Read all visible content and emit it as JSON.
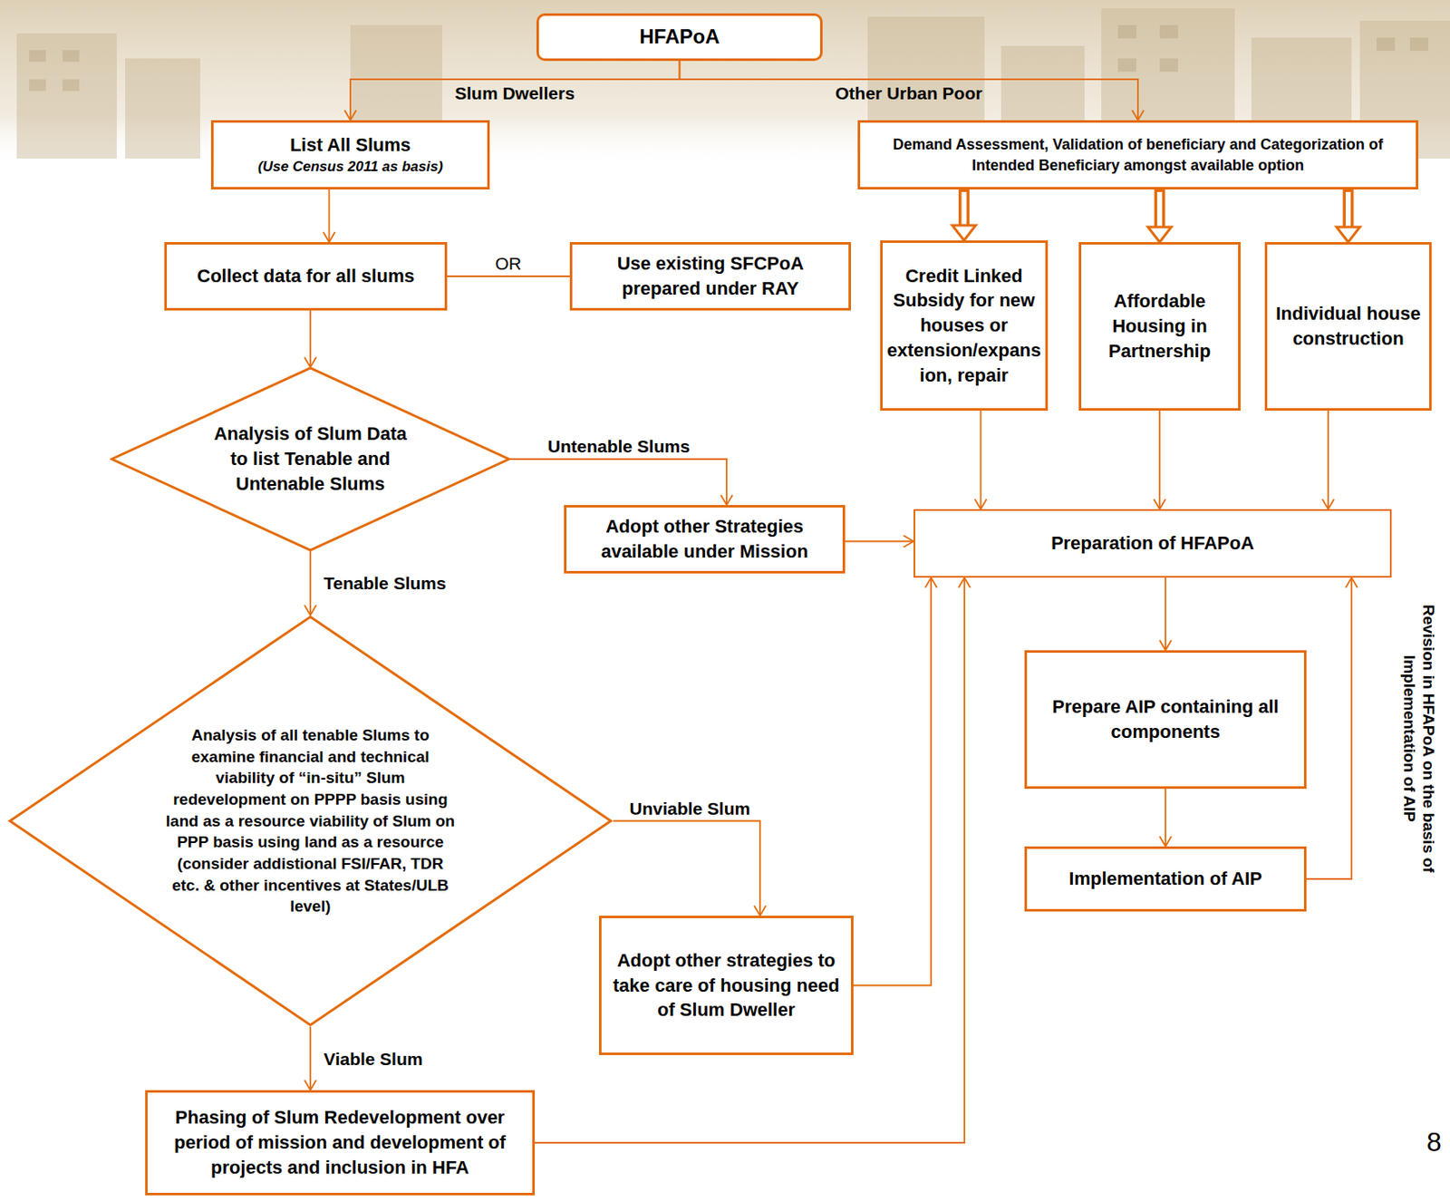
{
  "diagram": {
    "nodes": [
      {
        "text": [
          "HFAPoA"
        ]
      },
      {
        "text": [
          "List All Slums",
          "(Use Census 2011 as basis)"
        ]
      },
      {
        "text": [
          "Demand Assessment, Validation of beneficiary and Categorization of Intended Beneficiary amongst available option"
        ]
      },
      {
        "text": [
          "Collect data for all slums"
        ]
      },
      {
        "text": [
          "Use existing SFCPoA prepared under RAY"
        ]
      },
      {
        "text": [
          "Credit Linked Subsidy for new houses or extension/expansion, repair"
        ]
      },
      {
        "text": [
          "Affordable Housing in Partnership"
        ]
      },
      {
        "text": [
          "Individual house construction"
        ]
      },
      {
        "text": [
          "Analysis of Slum Data to list Tenable and Untenable Slums"
        ]
      },
      {
        "text": [
          "Adopt other Strategies available under Mission"
        ]
      },
      {
        "text": [
          "Preparation of HFAPoA"
        ]
      },
      {
        "text": [
          "Analysis of all tenable Slums to examine financial and technical viability of “in-situ” Slum redevelopment on PPPP basis using land as a resource viability of Slum on PPP basis using land as a resource (consider addistional FSI/FAR, TDR etc. & other incentives at States/ULB level)"
        ]
      },
      {
        "text": [
          "Prepare AIP containing all components"
        ]
      },
      {
        "text": [
          "Implementation of AIP"
        ]
      },
      {
        "text": [
          "Adopt other strategies to take care of housing need of Slum Dweller"
        ]
      },
      {
        "text": [
          "Phasing of Slum Redevelopment over period of mission and development of projects and inclusion in HFA"
        ]
      }
    ],
    "edges": [
      {
        "from": 0,
        "to": 1,
        "label": "Slum Dwellers",
        "arrow": "to"
      },
      {
        "from": 0,
        "to": 2,
        "label": "Other Urban Poor",
        "arrow": "to"
      },
      {
        "from": 1,
        "to": 3,
        "arrow": "to"
      },
      {
        "from": 3,
        "to": 4,
        "label": "OR",
        "arrow": "none"
      },
      {
        "from": 3,
        "to": 8,
        "arrow": "to"
      },
      {
        "from": 8,
        "to": 9,
        "label": "Untenable Slums",
        "arrow": "to"
      },
      {
        "from": 8,
        "to": 11,
        "label": "Tenable Slums",
        "arrow": "to"
      },
      {
        "from": 11,
        "to": 14,
        "label": "Unviable Slum",
        "arrow": "to"
      },
      {
        "from": 11,
        "to": 15,
        "label": "Viable Slum",
        "arrow": "to"
      },
      {
        "from": 2,
        "to": 5,
        "arrow": "to"
      },
      {
        "from": 2,
        "to": 6,
        "arrow": "to"
      },
      {
        "from": 2,
        "to": 7,
        "arrow": "to"
      },
      {
        "from": 5,
        "to": 10,
        "arrow": "to"
      },
      {
        "from": 6,
        "to": 10,
        "arrow": "to"
      },
      {
        "from": 7,
        "to": 10,
        "arrow": "to"
      },
      {
        "from": 9,
        "to": 10,
        "arrow": "to"
      },
      {
        "from": 14,
        "to": 10,
        "arrow": "to"
      },
      {
        "from": 15,
        "to": 10,
        "arrow": "to"
      },
      {
        "from": 10,
        "to": 12,
        "arrow": "to"
      },
      {
        "from": 12,
        "to": 13,
        "arrow": "to"
      },
      {
        "from": 13,
        "to": 10,
        "label": "Revision in HFAPoA on the basis of Implementation of AIP",
        "arrow": "to"
      }
    ],
    "labels": [
      "8"
    ]
  }
}
